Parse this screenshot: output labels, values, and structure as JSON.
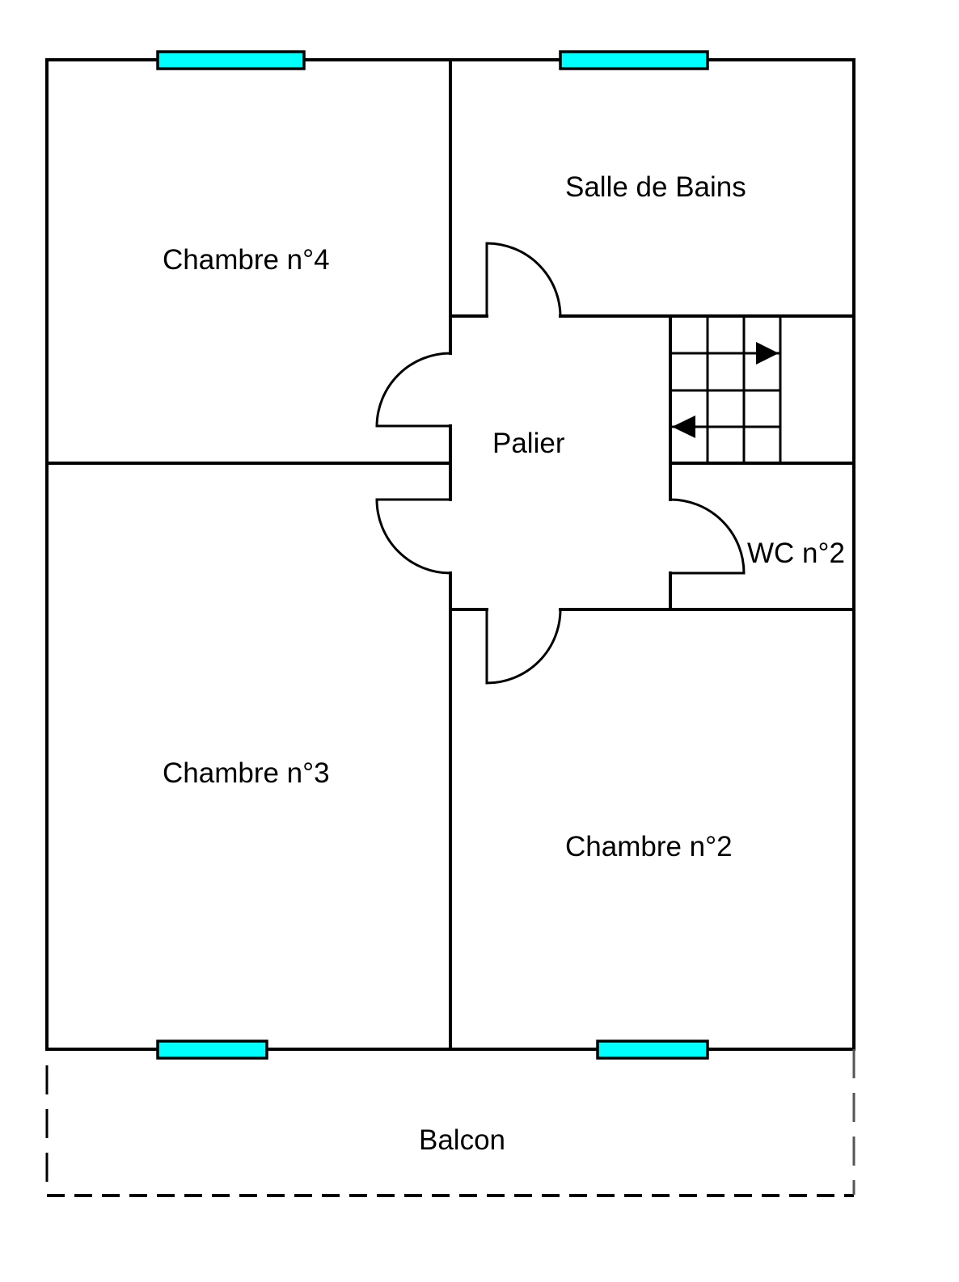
{
  "rooms": {
    "chambre4": "Chambre n°4",
    "salle_de_bains": "Salle de Bains",
    "palier": "Palier",
    "wc2": "WC n°2",
    "chambre3": "Chambre n°3",
    "chambre2": "Chambre n°2",
    "balcon": "Balcon"
  },
  "colors": {
    "window": "#00ffff",
    "wall": "#000000"
  }
}
